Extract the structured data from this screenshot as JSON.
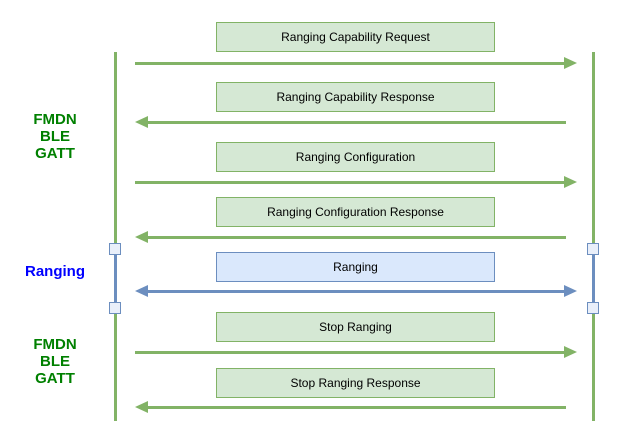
{
  "diagram": {
    "type": "sequence-diagram",
    "colors": {
      "background": "#ffffff",
      "green_fill": "#d5e8d4",
      "green_stroke": "#82b366",
      "blue_fill": "#dae8fc",
      "blue_stroke": "#6c8ebf",
      "label_green": "#008000",
      "label_blue": "#0000ff",
      "activation_fill": "#e9effa",
      "text": "#000000"
    },
    "phase_labels": [
      {
        "lines": [
          "FMDN",
          "BLE",
          "GATT"
        ],
        "color_scheme": "green"
      },
      {
        "lines": [
          "Ranging"
        ],
        "color_scheme": "blue"
      },
      {
        "lines": [
          "FMDN",
          "BLE",
          "GATT"
        ],
        "color_scheme": "green"
      }
    ],
    "lifelines": [
      {
        "side": "left"
      },
      {
        "side": "right"
      }
    ],
    "messages": [
      {
        "label": "Ranging Capability Request",
        "direction": "right",
        "color_scheme": "green"
      },
      {
        "label": "Ranging Capability Response",
        "direction": "left",
        "color_scheme": "green"
      },
      {
        "label": "Ranging Configuration",
        "direction": "right",
        "color_scheme": "green"
      },
      {
        "label": "Ranging Configuration Response",
        "direction": "left",
        "color_scheme": "green"
      },
      {
        "label": "Ranging",
        "direction": "both",
        "color_scheme": "blue"
      },
      {
        "label": "Stop Ranging",
        "direction": "right",
        "color_scheme": "green"
      },
      {
        "label": "Stop Ranging Response",
        "direction": "left",
        "color_scheme": "green"
      }
    ]
  }
}
